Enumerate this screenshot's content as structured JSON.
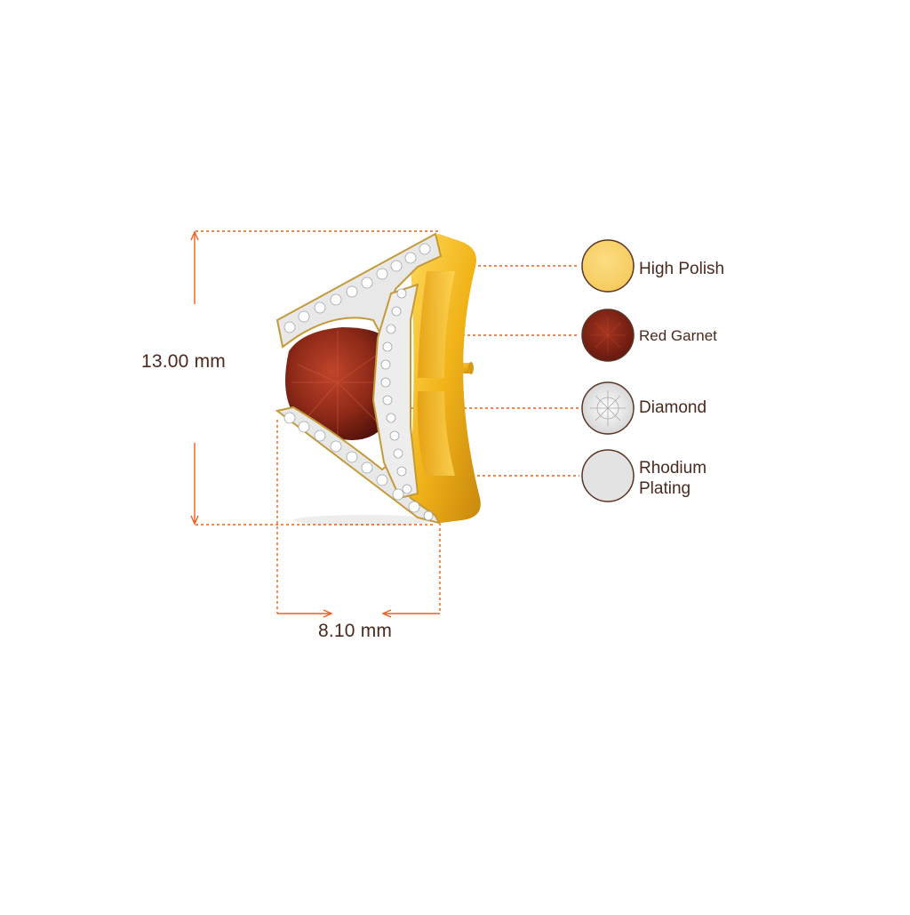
{
  "dimensions": {
    "height_label": "13.00 mm",
    "width_label": "8.10 mm"
  },
  "legend": [
    {
      "label": "High Polish",
      "swatch": "#F9D36E",
      "icon": "gold-swatch-icon"
    },
    {
      "label": "Red Garnet",
      "swatch": "#7A1E12",
      "icon": "garnet-swatch-icon"
    },
    {
      "label": "Diamond",
      "swatch": "#F2F2F2",
      "icon": "diamond-swatch-icon"
    },
    {
      "label": "Rhodium\nPlating",
      "swatch": "#E3E3E3",
      "icon": "rhodium-swatch-icon"
    }
  ],
  "colors": {
    "accent": "#E8601E",
    "text": "#4A2A1E",
    "gold": "#F1B419",
    "gold_dark": "#C8870C",
    "garnet": "#8E2A18",
    "swatch_border": "#5A3426"
  }
}
